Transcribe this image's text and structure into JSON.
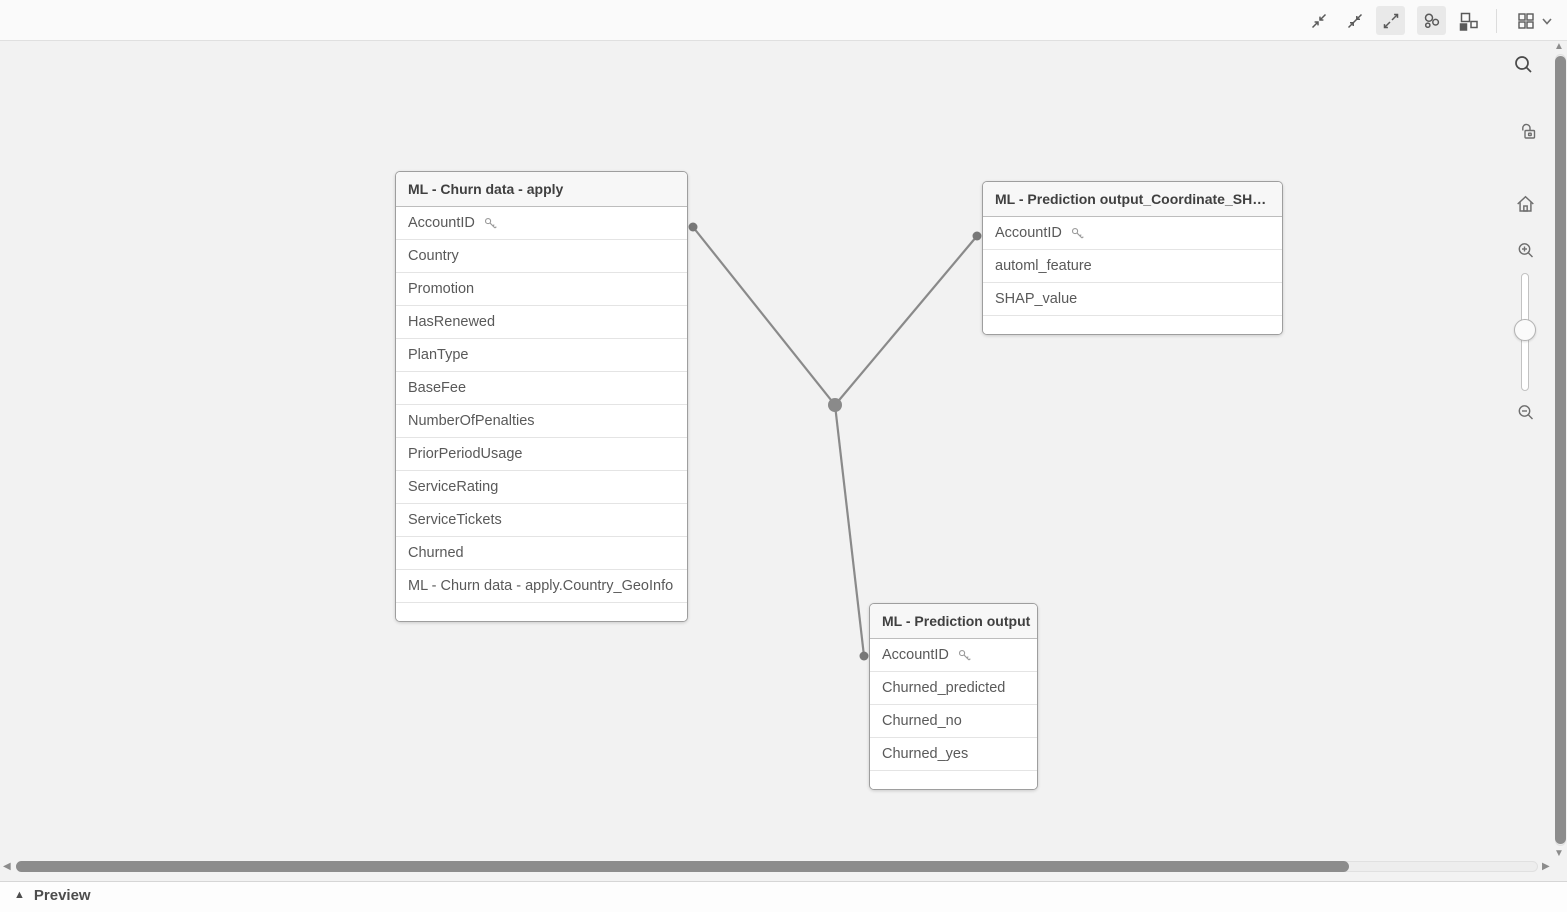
{
  "colors": {
    "canvas-bg": "#f2f2f2",
    "topbar-bg": "#fafafa",
    "table-header-bg": "#f7f7f7",
    "table-border": "#9e9e9e",
    "row-border": "#e4e4e4",
    "header-text": "#404040",
    "row-text": "#595959",
    "connector": "#8a8a8a",
    "scroll-thumb": "#8c8c8c",
    "icon": "#595959",
    "active-btn-bg": "#e9e9e9"
  },
  "topbar": {
    "icons": [
      "collapse-all-icon",
      "collapse-links-icon",
      "expand-all-icon",
      "internal-table-view-icon",
      "source-table-view-icon",
      "grid-layout-icon",
      "chevron-down-icon"
    ],
    "active_buttons": [
      "expand-all",
      "internal-table-view"
    ]
  },
  "side_toolbar": {
    "icons": [
      "search-icon",
      "unlock-icon",
      "home-icon",
      "zoom-in-icon",
      "zoom-out-icon"
    ],
    "has_zoom_slider": true
  },
  "tables": [
    {
      "title": "ML - Churn data - apply",
      "fields": [
        {
          "name": "AccountID",
          "key": true
        },
        {
          "name": "Country"
        },
        {
          "name": "Promotion"
        },
        {
          "name": "HasRenewed"
        },
        {
          "name": "PlanType"
        },
        {
          "name": "BaseFee"
        },
        {
          "name": "NumberOfPenalties"
        },
        {
          "name": "PriorPeriodUsage"
        },
        {
          "name": "ServiceRating"
        },
        {
          "name": "ServiceTickets"
        },
        {
          "name": "Churned"
        },
        {
          "name": "ML - Churn data - apply.Country_GeoInfo"
        }
      ]
    },
    {
      "title": "ML - Prediction output_Coordinate_SH…",
      "fields": [
        {
          "name": "AccountID",
          "key": true
        },
        {
          "name": "automl_feature"
        },
        {
          "name": "SHAP_value"
        }
      ]
    },
    {
      "title": "ML - Prediction output",
      "fields": [
        {
          "name": "AccountID",
          "key": true
        },
        {
          "name": "Churned_predicted"
        },
        {
          "name": "Churned_no"
        },
        {
          "name": "Churned_yes"
        }
      ]
    }
  ],
  "associations": {
    "key_field": "AccountID",
    "junction": true
  },
  "preview": {
    "label": "Preview"
  }
}
